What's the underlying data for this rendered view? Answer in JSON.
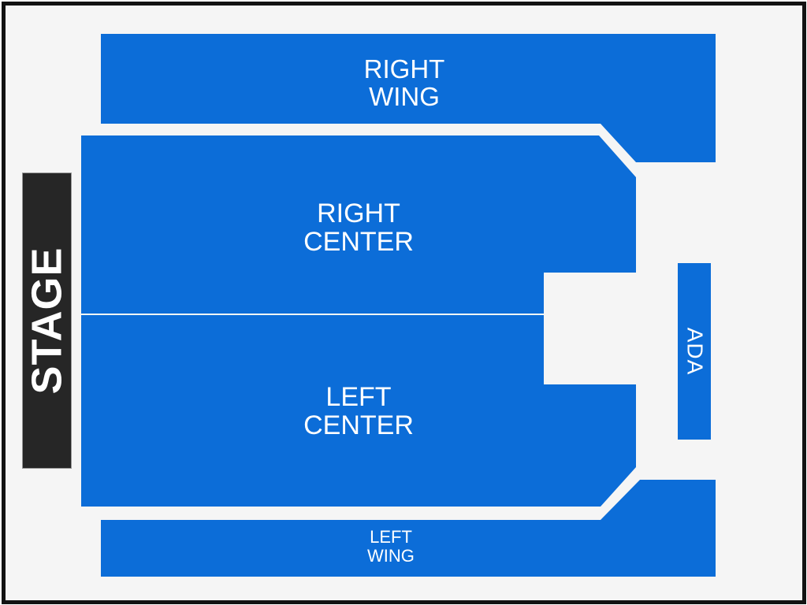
{
  "colors": {
    "section_blue": "#0c6dd8",
    "stage_fill": "#262626",
    "stage_border": "#969696",
    "label_white": "#ffffff",
    "canvas_bg": "#f5f5f5",
    "frame_black": "#121212"
  },
  "stage": {
    "label": "STAGE"
  },
  "sections": {
    "right_wing": {
      "label": "RIGHT\nWING"
    },
    "right_center": {
      "label": "RIGHT\nCENTER"
    },
    "left_center": {
      "label": "LEFT\nCENTER"
    },
    "left_wing": {
      "label": "LEFT\nWING"
    },
    "ada": {
      "label": "ADA"
    }
  }
}
